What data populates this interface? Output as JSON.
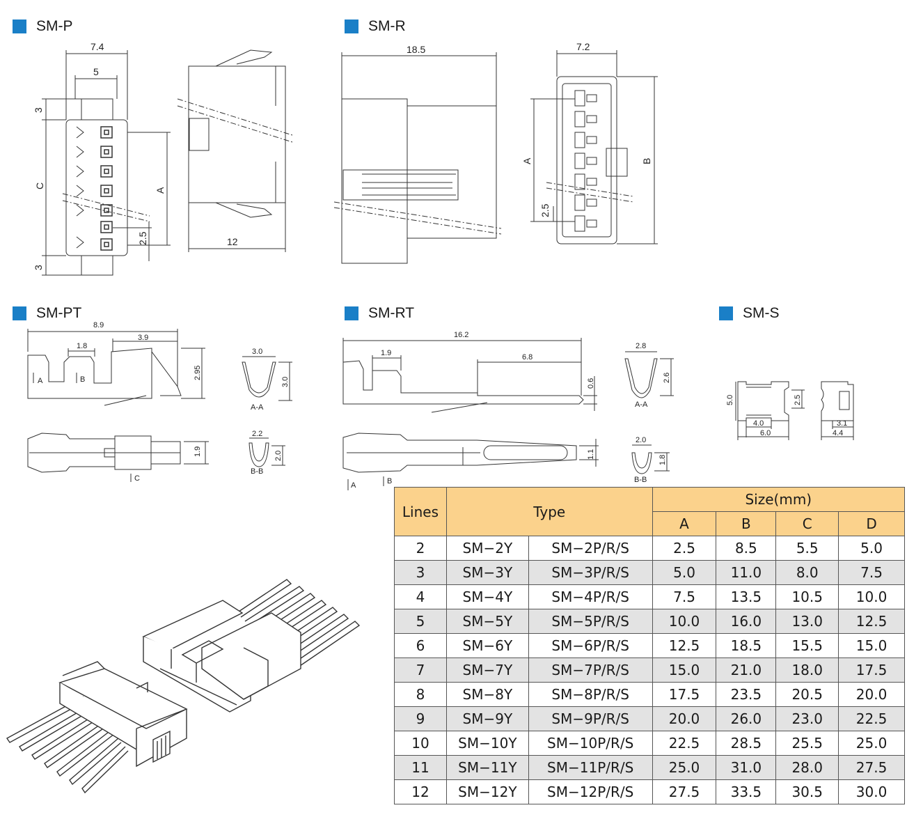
{
  "sections": {
    "sm_p": "SM-P",
    "sm_r": "SM-R",
    "sm_pt": "SM-PT",
    "sm_rt": "SM-RT",
    "sm_s": "SM-S"
  },
  "dims": {
    "p_7_4": "7.4",
    "p_5": "5",
    "p_3_top": "3",
    "p_c": "C",
    "p_a": "A",
    "p_2_5": "2.5",
    "p_3_bot": "3",
    "p_12": "12",
    "r_18_5": "18.5",
    "r_7_2": "7.2",
    "r_a": "A",
    "r_b": "B",
    "r_2_5": "2.5",
    "pt_8_9": "8.9",
    "pt_1_8": "1.8",
    "pt_3_9": "3.9",
    "pt_2_95": "2.95",
    "pt_a": "A",
    "pt_b": "B",
    "pt_3_0a": "3.0",
    "pt_3_0b": "3.0",
    "pt_aa": "A-A",
    "pt_1_9": "1.9",
    "pt_c": "C",
    "pt_2_2": "2.2",
    "pt_2_0": "2.0",
    "pt_bb": "B-B",
    "rt_16_2": "16.2",
    "rt_1_9": "1.9",
    "rt_6_8": "6.8",
    "rt_0_6": "0.6",
    "rt_2_8": "2.8",
    "rt_2_6": "2.6",
    "rt_aa": "A-A",
    "rt_1_1": "1.1",
    "rt_a": "A",
    "rt_b": "B",
    "rt_2_0": "2.0",
    "rt_1_8": "1.8",
    "rt_bb": "B-B",
    "s_5_0": "5.0",
    "s_2_5": "2.5",
    "s_4_0": "4.0",
    "s_6_0": "6.0",
    "s_3_1": "3.1",
    "s_4_4": "4.4"
  },
  "table": {
    "h_lines": "Lines",
    "h_type": "Type",
    "h_size": "Size(mm)",
    "h_a": "A",
    "h_b": "B",
    "h_c": "C",
    "h_d": "D",
    "rows": [
      [
        "2",
        "SM−2Y",
        "SM−2P/R/S",
        "2.5",
        "8.5",
        "5.5",
        "5.0"
      ],
      [
        "3",
        "SM−3Y",
        "SM−3P/R/S",
        "5.0",
        "11.0",
        "8.0",
        "7.5"
      ],
      [
        "4",
        "SM−4Y",
        "SM−4P/R/S",
        "7.5",
        "13.5",
        "10.5",
        "10.0"
      ],
      [
        "5",
        "SM−5Y",
        "SM−5P/R/S",
        "10.0",
        "16.0",
        "13.0",
        "12.5"
      ],
      [
        "6",
        "SM−6Y",
        "SM−6P/R/S",
        "12.5",
        "18.5",
        "15.5",
        "15.0"
      ],
      [
        "7",
        "SM−7Y",
        "SM−7P/R/S",
        "15.0",
        "21.0",
        "18.0",
        "17.5"
      ],
      [
        "8",
        "SM−8Y",
        "SM−8P/R/S",
        "17.5",
        "23.5",
        "20.5",
        "20.0"
      ],
      [
        "9",
        "SM−9Y",
        "SM−9P/R/S",
        "20.0",
        "26.0",
        "23.0",
        "22.5"
      ],
      [
        "10",
        "SM−10Y",
        "SM−10P/R/S",
        "22.5",
        "28.5",
        "25.5",
        "25.0"
      ],
      [
        "11",
        "SM−11Y",
        "SM−11P/R/S",
        "25.0",
        "31.0",
        "28.0",
        "27.5"
      ],
      [
        "12",
        "SM−12Y",
        "SM−12P/R/S",
        "27.5",
        "33.5",
        "30.5",
        "30.0"
      ]
    ]
  },
  "colors": {
    "accent": "#1a7fc7",
    "header": "#fbd28c",
    "stripe": "#e3e3e3"
  }
}
